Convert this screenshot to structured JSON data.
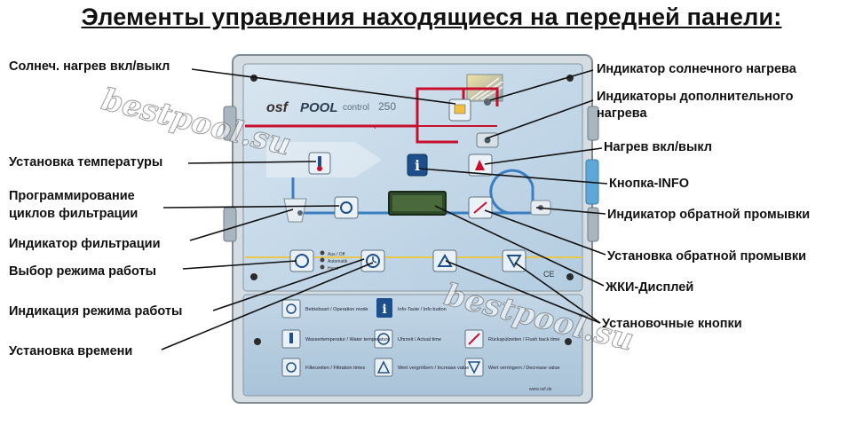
{
  "title": "Элементы управления находящиеся на передней панели:",
  "labels": {
    "solar_onoff": "Солнеч. нагрев вкл/выкл",
    "temp_set": "Установка температуры",
    "filter_prog_1": "Программирование",
    "filter_prog_2": "циклов фильтрации",
    "filter_ind": "Индикатор фильтрации",
    "mode_select": "Выбор режима работы",
    "mode_ind": "Индикация режима работы",
    "time_set": "Установка времени",
    "solar_ind": "Индикатор солнечного нагрева",
    "extra_heat_1": "Индикаторы дополнительного",
    "extra_heat_2": "нагрева",
    "heat_onoff": "Нагрев вкл/выкл",
    "info_btn": "Кнопка-INFO",
    "backwash_ind": "Индикатор обратной промывки",
    "backwash_set": "Установка обратной промывки",
    "lcd": "ЖКИ-Дисплей",
    "setting_btns": "Установочные кнопки"
  },
  "device": {
    "brand": "osf",
    "model": "POOL control 250",
    "mode_leds": [
      "Aus / Off",
      "Automatik",
      "Hand"
    ],
    "legend": [
      {
        "icon": "mode-icon",
        "text": "Betriebsart / Operation mode"
      },
      {
        "icon": "info-icon",
        "text": "Info-Taste / Info button"
      },
      {
        "icon": "temp-icon",
        "text": "Wassertemperatur / Water temperature"
      },
      {
        "icon": "clock-icon",
        "text": "Uhrzeit / Actual time"
      },
      {
        "icon": "backwash-icon",
        "text": "Rückspülzeiten / Flush back time"
      },
      {
        "icon": "filter-icon",
        "text": "Filterzeiten / Filtration times"
      },
      {
        "icon": "up-icon",
        "text": "Wert vergrößern / Increase value"
      },
      {
        "icon": "down-icon",
        "text": "Wert verringern / Decrease value"
      }
    ],
    "website": "www.osf.de"
  },
  "watermarks": [
    "bestpool.su",
    "bestpool.su"
  ],
  "colors": {
    "panel": "#c9dbe8",
    "legend_panel": "#b9cfe0",
    "lcd": "#2f4a2a",
    "hot_pipe": "#c8102e",
    "label_text": "#111111"
  }
}
